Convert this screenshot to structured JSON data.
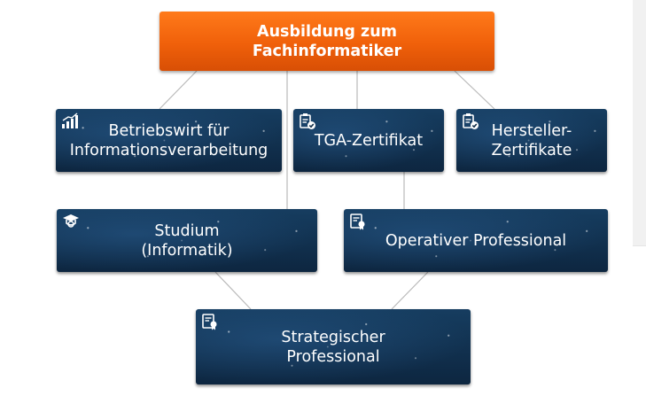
{
  "diagram": {
    "root": {
      "label": "Ausbildung zum\nFachinformatiker"
    },
    "nodes": {
      "betriebswirt": {
        "label": "Betriebswirt für\nInformationsverarbeitung",
        "icon": "bar-chart-icon"
      },
      "tga": {
        "label": "TGA-Zertifikat",
        "icon": "certificate-check-icon"
      },
      "hersteller": {
        "label": "Hersteller-\nZertifikate",
        "icon": "certificate-check-icon"
      },
      "studium": {
        "label": "Studium\n(Informatik)",
        "icon": "graduation-cap-icon"
      },
      "operativ": {
        "label": "Operativer Professional",
        "icon": "certificate-ribbon-icon"
      },
      "strategisch": {
        "label": "Strategischer\nProfessional",
        "icon": "certificate-ribbon-icon"
      }
    },
    "colors": {
      "root_accent": "#f0600a",
      "node_background": "#0f2c47",
      "connector": "#b9b9b9"
    }
  }
}
